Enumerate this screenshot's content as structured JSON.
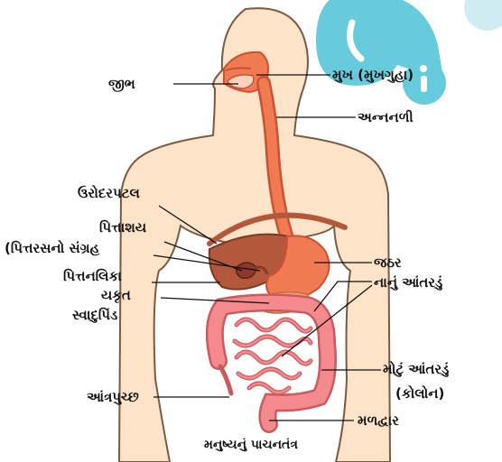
{
  "title": "મનુષ્યનું પાચનતંત્ર",
  "labels": {
    "tongue": "જીભ",
    "mouth": "મુખ (મુખગુહા)",
    "oesophagus": "અન્નનળી",
    "diaphragm": "ઉરોદરપટલ",
    "gallbladder": "પિત્તાશય",
    "gallbladder_note": "(પિત્તરસનો સંગ્રહ",
    "bile_duct": "પિત્તનલિકા",
    "stomach": "જઠર",
    "liver": "યકૃત",
    "small_intestine": "નાનું આંતરડું",
    "pancreas": "સ્વાદુપિંડ",
    "large_intestine": "મોટું આંતરડું",
    "colon": "(કોલોન)",
    "appendix": "આંત્રપુચ્છ",
    "anus": "મળદ્વાર"
  },
  "colors": {
    "skin": "#fde3c8",
    "skin_outline": "#7a5a44",
    "organ": "#f07a52",
    "organ_dark": "#c85232",
    "intestine": "#f48a8e",
    "liver": "#b3583a",
    "gall": "#8a3a28",
    "pancreas": "#f2a36b",
    "watermark": "#4ec3d6"
  }
}
